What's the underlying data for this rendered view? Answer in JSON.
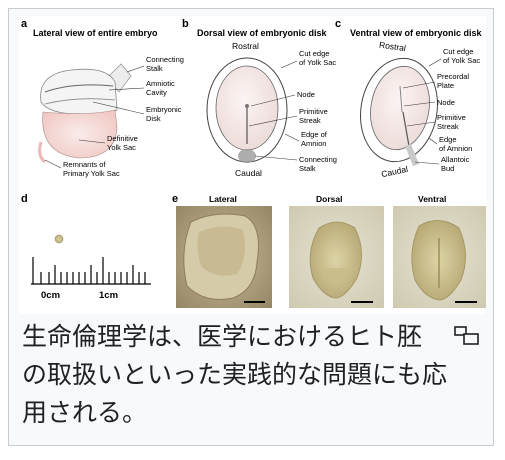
{
  "figure": {
    "panels": {
      "a": {
        "letter": "a",
        "title": "Lateral view of entire embryo",
        "labels": [
          "Connecting Stalk",
          "Amniotic Cavity",
          "Embryonic Disk",
          "Definitive Yolk Sac",
          "Remnants of Primary Yolk Sac"
        ]
      },
      "b": {
        "letter": "b",
        "title": "Dorsal view of embryonic disk",
        "rostral": "Rostral",
        "caudal": "Caudal",
        "labels": [
          "Cut edge of Yolk Sac",
          "Node",
          "Primitive Streak",
          "Edge of Amnion",
          "Connecting Stalk"
        ]
      },
      "c": {
        "letter": "c",
        "title": "Ventral view of embryonic disk",
        "rostral": "Rostral",
        "caudal": "Caudal",
        "labels": [
          "Cut edge of Yolk Sac",
          "Precordal Plate",
          "Node",
          "Primitive Streak",
          "Edge of Amnion",
          "Allantoic Bud"
        ]
      },
      "d": {
        "letter": "d",
        "scale_labels": [
          "0cm",
          "1cm"
        ]
      },
      "e": {
        "letter": "e",
        "photo_titles": [
          "Lateral",
          "Dorsal",
          "Ventral"
        ]
      }
    }
  },
  "caption": {
    "text": "生命倫理学は、医学におけるヒト胚の取扱いといった実践的な問題にも応用される。",
    "lines": [
      "生命倫理学は、医学におけるヒト胚",
      "の取扱いといった実践的な問題にも応",
      "用される。"
    ]
  },
  "icons": {
    "enlarge": "enlarge-icon"
  }
}
